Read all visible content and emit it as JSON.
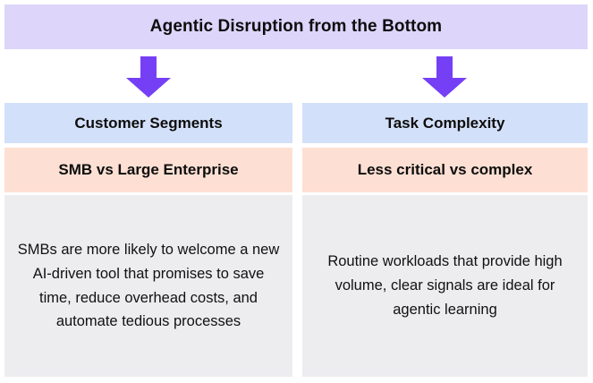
{
  "title": {
    "text": "Agentic Disruption from the Bottom",
    "background_color": "#ddd5fa"
  },
  "arrows": [
    {
      "name": "down-arrow-left",
      "color": "#7540f5"
    },
    {
      "name": "down-arrow-right",
      "color": "#7540f5"
    }
  ],
  "colors": {
    "page_background": "#ffffff",
    "title_band": "#ddd5fa",
    "primary_band": "#d3e0f9",
    "secondary_band": "#fde0d3",
    "body_band": "#ededf0",
    "arrow": "#7540f5",
    "text": "#0d0d0d"
  },
  "columns": [
    {
      "heading": "Customer Segments",
      "subheading": "SMB vs Large Enterprise",
      "body": "SMBs are more likely to welcome a new AI-driven tool that promises to save time, reduce overhead costs, and automate tedious processes"
    },
    {
      "heading": "Task Complexity",
      "subheading": "Less critical vs complex",
      "body": "Routine workloads that provide high volume, clear signals are ideal for agentic learning"
    }
  ]
}
